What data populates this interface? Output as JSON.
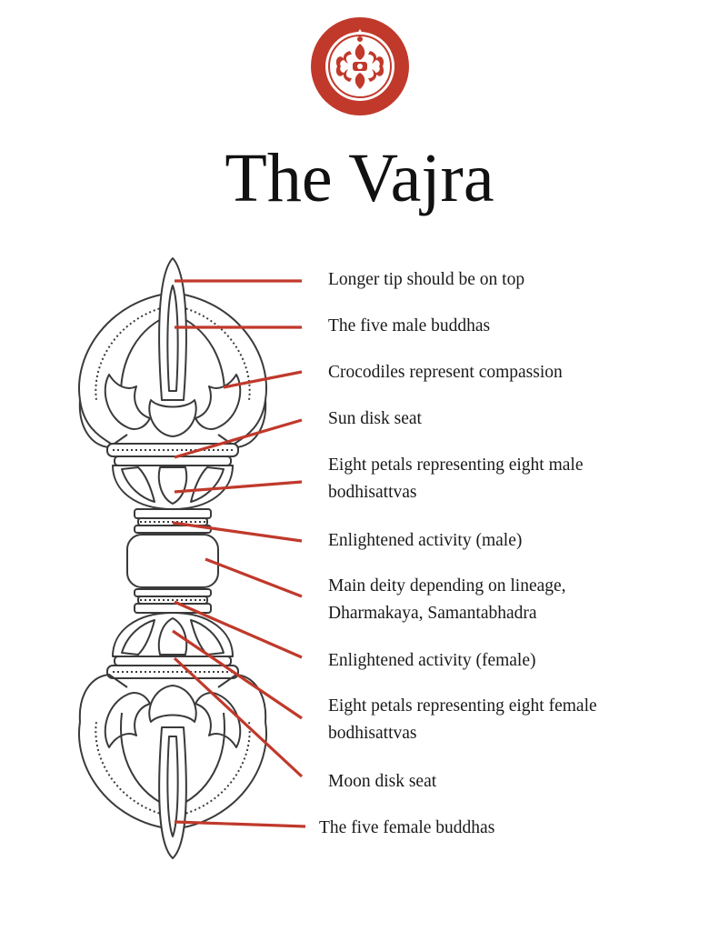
{
  "title": "The Vajra",
  "logo": {
    "icon": "vajra-emblem-icon",
    "color": "#c0392b"
  },
  "colors": {
    "leader": "#c0392b",
    "outline": "#3a3a3a",
    "text": "#1a1a1a"
  },
  "labels": [
    {
      "id": "longer-tip",
      "lines": [
        "Longer tip should be on top"
      ]
    },
    {
      "id": "five-male-buddhas",
      "lines": [
        "The five male buddhas"
      ]
    },
    {
      "id": "crocodiles",
      "lines": [
        "Crocodiles represent compassion"
      ]
    },
    {
      "id": "sun-disk-seat",
      "lines": [
        "Sun disk seat"
      ]
    },
    {
      "id": "eight-petals-male",
      "lines": [
        "Eight petals representing  eight male",
        "bodhisattvas"
      ]
    },
    {
      "id": "enlightened-activity-male",
      "lines": [
        "Enlightened activity (male)"
      ]
    },
    {
      "id": "main-deity",
      "lines": [
        "Main deity depending on lineage,",
        "Dharmakaya, Samantabhadra"
      ]
    },
    {
      "id": "enlightened-activity-female",
      "lines": [
        "Enlightened activity (female)"
      ]
    },
    {
      "id": "eight-petals-female",
      "lines": [
        "Eight petals representing  eight female",
        "bodhisattvas"
      ]
    },
    {
      "id": "moon-disk-seat",
      "lines": [
        "Moon disk seat"
      ]
    },
    {
      "id": "five-female-buddhas",
      "lines": [
        "The five female buddhas"
      ]
    }
  ]
}
